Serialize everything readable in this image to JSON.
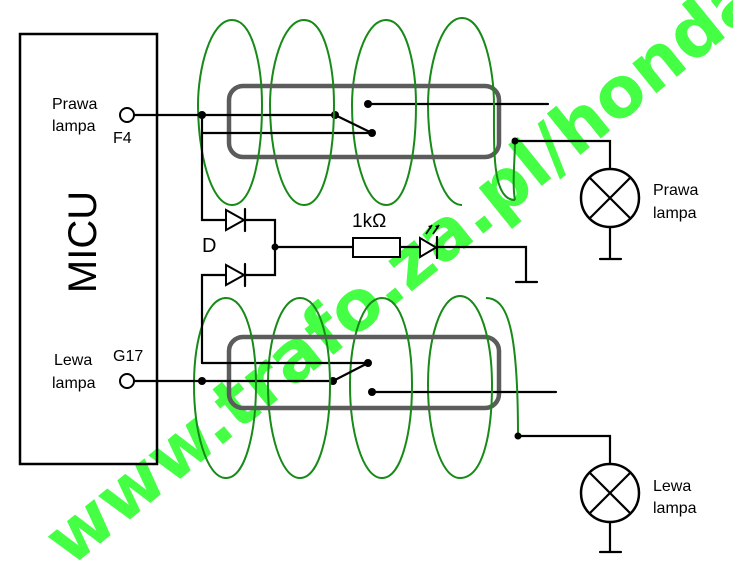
{
  "colors": {
    "coil": "#178a17",
    "tube": "#5c5c5c",
    "wire": "#000000",
    "watermark": "#44ff44",
    "background": "#ffffff"
  },
  "controller": {
    "label": "MICU",
    "right_lamp_label_line1": "Prawa",
    "right_lamp_label_line2": "lampa",
    "right_pin": "F4",
    "left_lamp_label_line1": "Lewa",
    "left_lamp_label_line2": "lampa",
    "left_pin": "G17"
  },
  "diodes": {
    "label": "D"
  },
  "indicator": {
    "resistor_label": "1kΩ"
  },
  "lamps": {
    "right_line1": "Prawa",
    "right_line2": "lampa",
    "left_line1": "Lewa",
    "left_line2": "lampa"
  },
  "watermark": {
    "text": "www.trafo.za.pl/honda"
  },
  "icons": [
    "ground-icon",
    "lamp-icon",
    "diode-icon",
    "led-icon",
    "resistor-icon",
    "pin-terminal-icon"
  ]
}
